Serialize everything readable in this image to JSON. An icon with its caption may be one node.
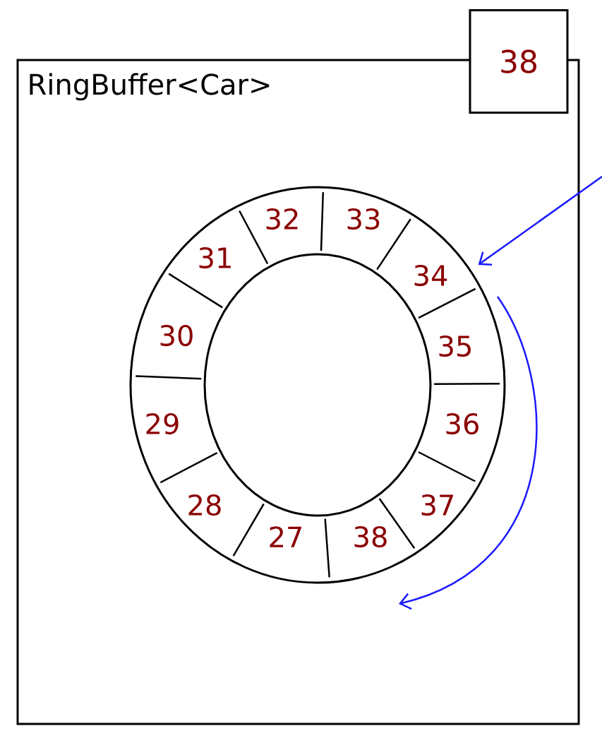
{
  "diagram": {
    "nodes": [
      {
        "text": [
          "RingBuffer<Car>"
        ]
      },
      {
        "text": [
          "38"
        ]
      },
      {
        "text": [
          "27"
        ],
        "in": 0
      },
      {
        "text": [
          "28"
        ],
        "in": 0
      },
      {
        "text": [
          "29"
        ],
        "in": 0
      },
      {
        "text": [
          "30"
        ],
        "in": 0
      },
      {
        "text": [
          "31"
        ],
        "in": 0
      },
      {
        "text": [
          "32"
        ],
        "in": 0
      },
      {
        "text": [
          "33"
        ],
        "in": 0
      },
      {
        "text": [
          "34"
        ],
        "in": 0
      },
      {
        "text": [
          "35"
        ],
        "in": 0
      },
      {
        "text": [
          "36"
        ],
        "in": 0
      },
      {
        "text": [
          "37"
        ],
        "in": 0
      },
      {
        "text": [
          "38"
        ],
        "in": 0
      }
    ],
    "edges": [
      {
        "from": null,
        "to": 9,
        "arrow": "to",
        "color": "#1a1aff"
      }
    ]
  }
}
